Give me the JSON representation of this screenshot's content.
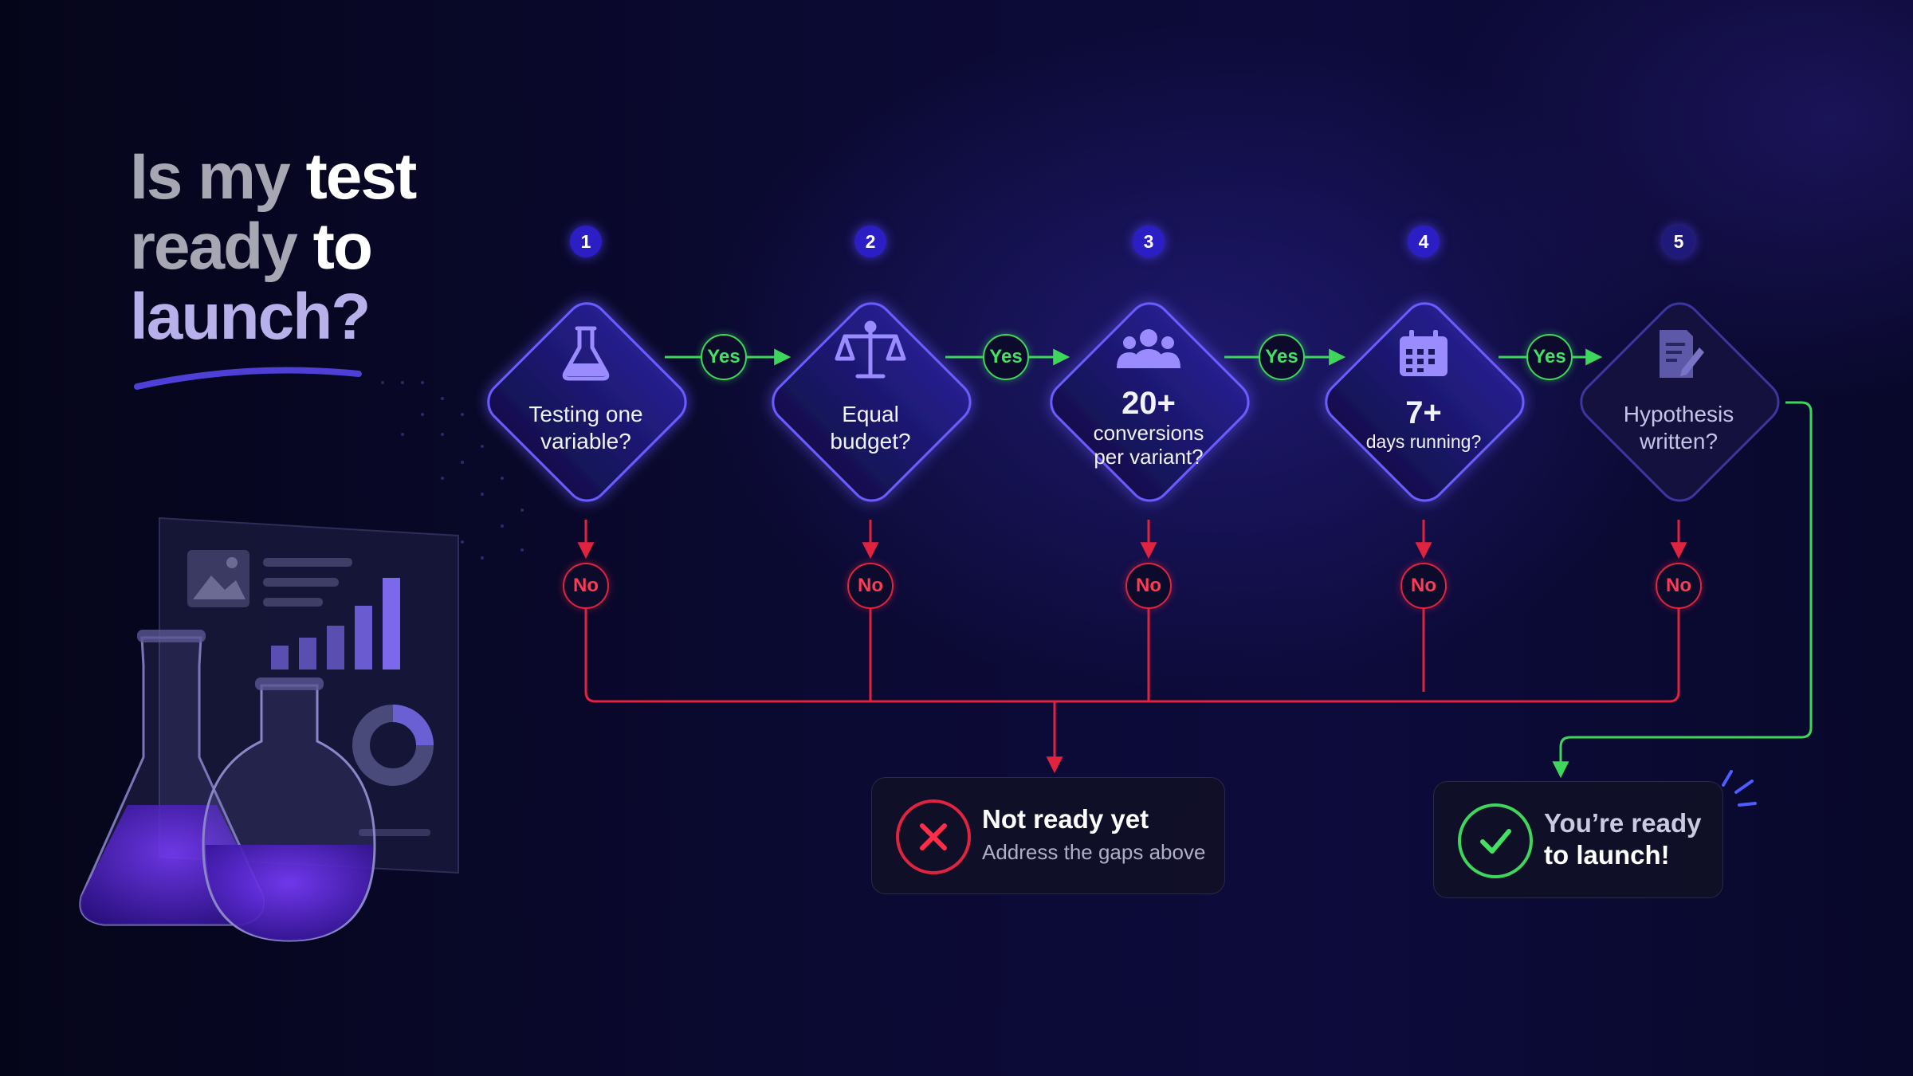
{
  "headline": {
    "line1_a": "Is my",
    "line1_b": " test",
    "line2_a": "ready",
    "line2_b": " to",
    "line3": "launch?"
  },
  "colors": {
    "yes": "#3ed65b",
    "no": "#e0233f",
    "accent": "#2a1ec4",
    "background": "#0b0a33"
  },
  "steps": [
    {
      "number": "1",
      "icon": "flask-icon",
      "label_line1": "Testing one",
      "label_line2": "variable?"
    },
    {
      "number": "2",
      "icon": "scale-icon",
      "label_line1": "Equal",
      "label_line2": "budget?"
    },
    {
      "number": "3",
      "icon": "people-icon",
      "label_big": "20+",
      "label_line1": "conversions",
      "label_line2": "per variant?"
    },
    {
      "number": "4",
      "icon": "calendar-icon",
      "label_big": "7+",
      "label_line1": "days running?"
    },
    {
      "number": "5",
      "icon": "document-pen-icon",
      "label_line1": "Hypothesis",
      "label_line2": "written?"
    }
  ],
  "yes_label": "Yes",
  "no_label": "No",
  "results": {
    "not_ready": {
      "title": "Not ready yet",
      "subtitle": "Address the gaps above",
      "icon": "x-circle-icon"
    },
    "ready": {
      "title_line1": "You’re ready",
      "title_line2": "to launch!",
      "icon": "check-circle-icon"
    }
  }
}
